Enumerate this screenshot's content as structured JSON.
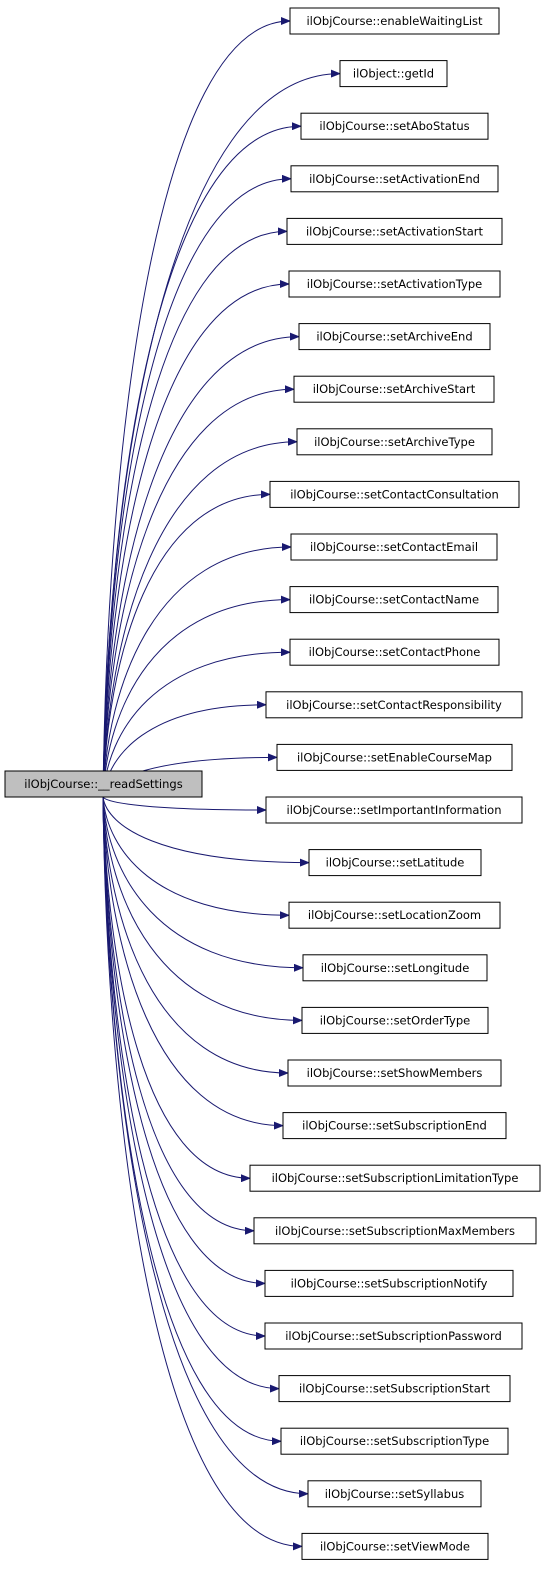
{
  "colors": {
    "edge": "#191970",
    "node_border": "#000000",
    "node_fill": "#ffffff",
    "source_fill": "#bfbfbf",
    "text": "#000000"
  },
  "source": {
    "label": "ilObjCourse::__readSettings"
  },
  "targets": [
    {
      "label": "ilObjCourse::enableWaitingList"
    },
    {
      "label": "ilObject::getId"
    },
    {
      "label": "ilObjCourse::setAboStatus"
    },
    {
      "label": "ilObjCourse::setActivationEnd"
    },
    {
      "label": "ilObjCourse::setActivationStart"
    },
    {
      "label": "ilObjCourse::setActivationType"
    },
    {
      "label": "ilObjCourse::setArchiveEnd"
    },
    {
      "label": "ilObjCourse::setArchiveStart"
    },
    {
      "label": "ilObjCourse::setArchiveType"
    },
    {
      "label": "ilObjCourse::setContactConsultation"
    },
    {
      "label": "ilObjCourse::setContactEmail"
    },
    {
      "label": "ilObjCourse::setContactName"
    },
    {
      "label": "ilObjCourse::setContactPhone"
    },
    {
      "label": "ilObjCourse::setContactResponsibility"
    },
    {
      "label": "ilObjCourse::setEnableCourseMap"
    },
    {
      "label": "ilObjCourse::setImportantInformation"
    },
    {
      "label": "ilObjCourse::setLatitude"
    },
    {
      "label": "ilObjCourse::setLocationZoom"
    },
    {
      "label": "ilObjCourse::setLongitude"
    },
    {
      "label": "ilObjCourse::setOrderType"
    },
    {
      "label": "ilObjCourse::setShowMembers"
    },
    {
      "label": "ilObjCourse::setSubscriptionEnd"
    },
    {
      "label": "ilObjCourse::setSubscriptionLimitationType"
    },
    {
      "label": "ilObjCourse::setSubscriptionMaxMembers"
    },
    {
      "label": "ilObjCourse::setSubscriptionNotify"
    },
    {
      "label": "ilObjCourse::setSubscriptionPassword"
    },
    {
      "label": "ilObjCourse::setSubscriptionStart"
    },
    {
      "label": "ilObjCourse::setSubscriptionType"
    },
    {
      "label": "ilObjCourse::setSyllabus"
    },
    {
      "label": "ilObjCourse::setViewMode"
    }
  ]
}
